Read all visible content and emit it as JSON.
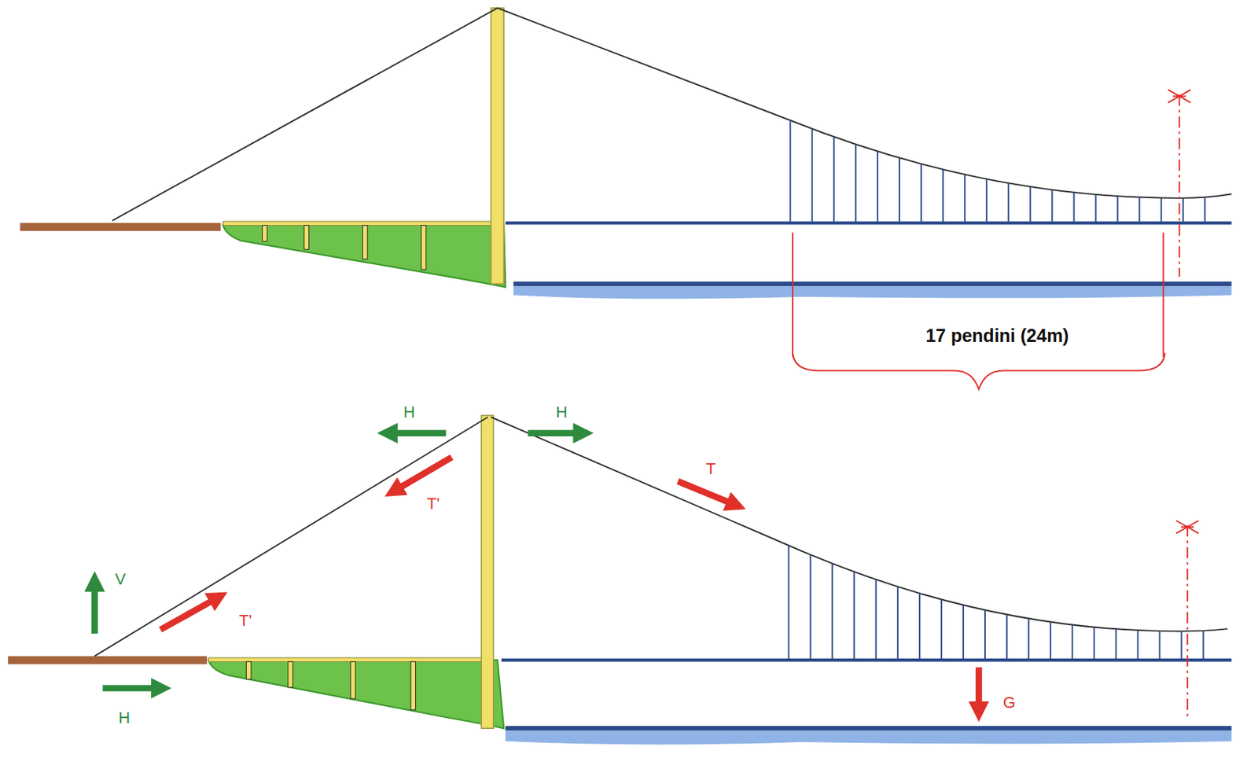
{
  "diagram": {
    "labels": [
      "17 pendini (24m)",
      "H",
      "H",
      "T'",
      "T",
      "V",
      "T'",
      "H",
      "G"
    ]
  }
}
